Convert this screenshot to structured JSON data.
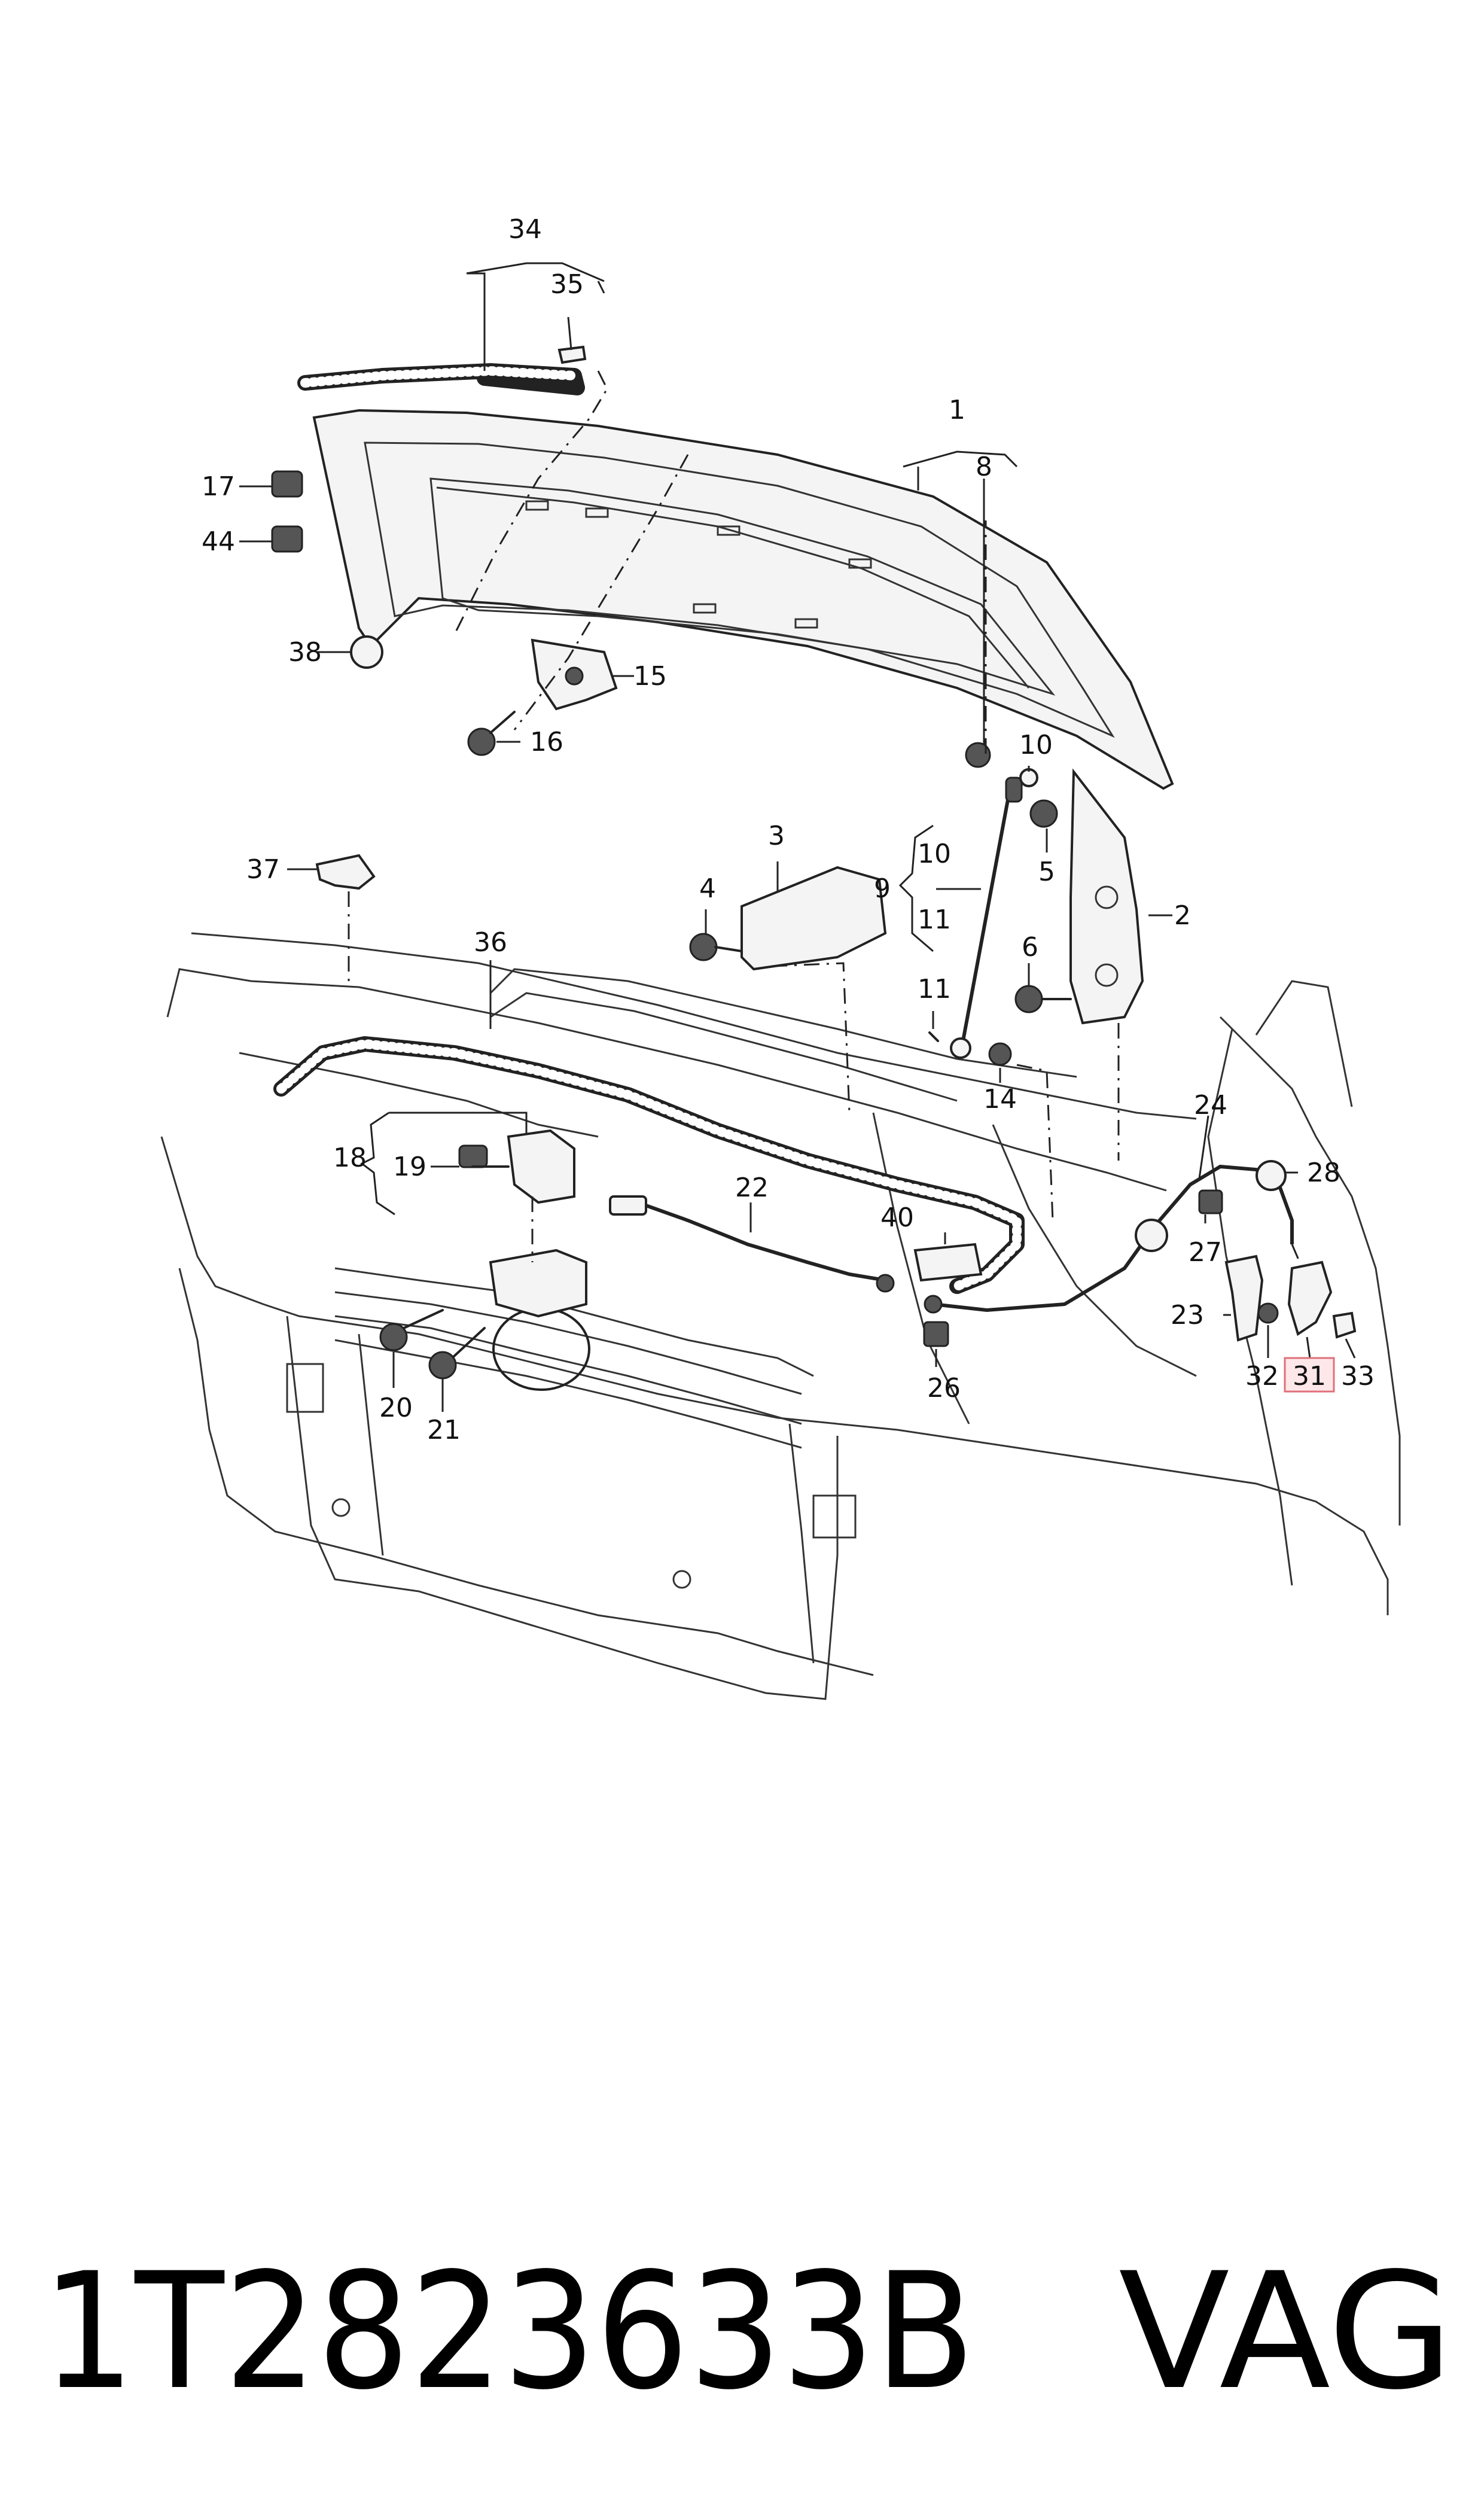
{
  "labels": {
    "n1": "1",
    "n2": "2",
    "n3": "3",
    "n4": "4",
    "n5": "5",
    "n6": "6",
    "n8": "8",
    "n9": "9",
    "n10a": "10",
    "n10b": "10",
    "n11a": "11",
    "n11b": "11",
    "n14": "14",
    "n15": "15",
    "n16": "16",
    "n17": "17",
    "n18": "18",
    "n19": "19",
    "n20": "20",
    "n21": "21",
    "n22": "22",
    "n23": "23",
    "n24": "24",
    "n26": "26",
    "n27": "27",
    "n28": "28",
    "n31": "31",
    "n32": "32",
    "n33": "33",
    "n34": "34",
    "n35": "35",
    "n36": "36",
    "n37": "37",
    "n38": "38",
    "n40": "40",
    "n44": "44"
  },
  "footer": {
    "part_number": "1T2823633B",
    "brand": "VAG"
  },
  "highlight_color": "#e0707a"
}
